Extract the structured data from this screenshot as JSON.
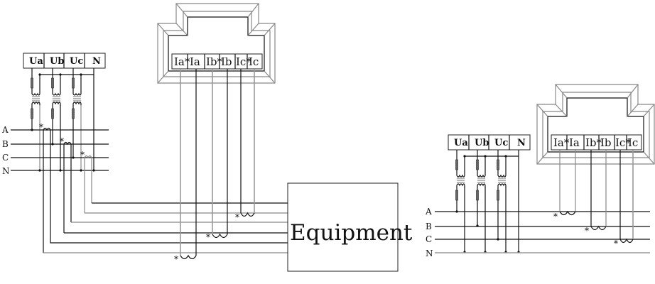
{
  "pt_terminals": [
    "Ua",
    "Ub",
    "Uc",
    "N"
  ],
  "meter_terminals": [
    "Ia*",
    "Ia",
    "Ib*",
    "Ib",
    "Ic*",
    "Ic"
  ],
  "phase_labels": [
    "A",
    "B",
    "C",
    "N"
  ],
  "equipment_label": "Equipment",
  "polarity_mark": "*"
}
